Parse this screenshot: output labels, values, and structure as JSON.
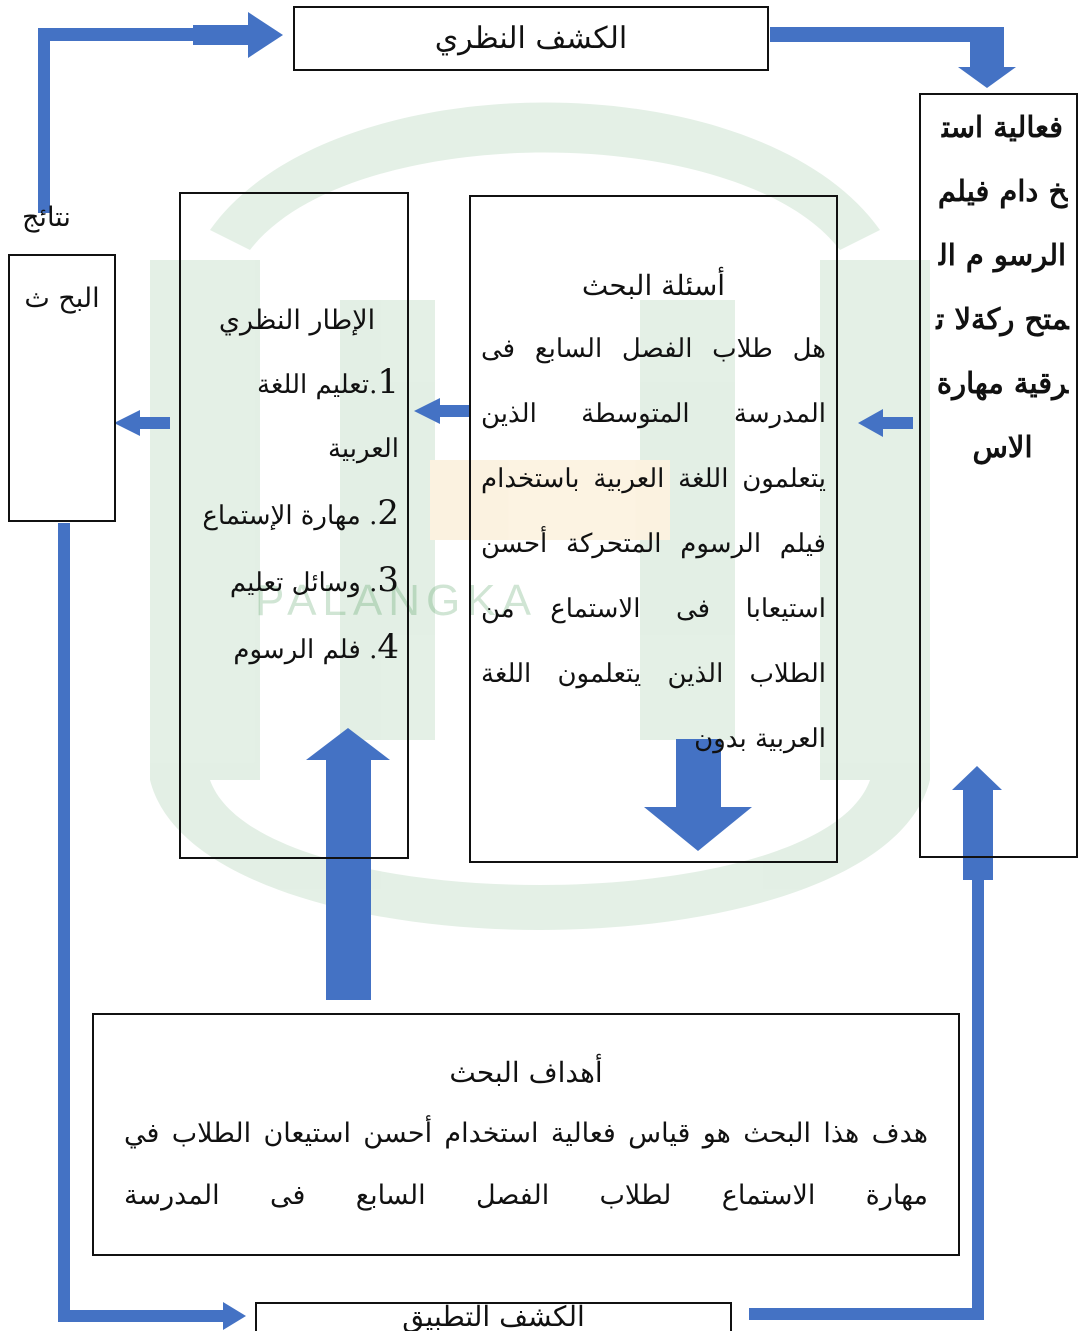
{
  "watermark": {
    "text": "PALANGKARAYA",
    "visible_fragment": "PALANGKA",
    "colors": {
      "green": "#2e8b3e",
      "orange": "#e8a31d"
    }
  },
  "colors": {
    "arrow": "#4472c4",
    "border": "#111111"
  },
  "boxes": {
    "kashf_nazari": "الكشف النظري",
    "kashf_tatbiqi": "الكشف التطبيق",
    "title": "فعالية استخ دام فيلم الرسو م المتح ركةلا ترقية مهارة الاس",
    "questions": {
      "heading": "أسئلة البحث",
      "body": "هل طلاب الفصل السابع فى المدرسة المتوسطة الذين يتعلمون اللغة العربية باستخدام فيلم الرسوم المتحركة أحسن استيعابا فى الاستماع من الطلاب الذين يتعلمون اللغة العربية بدون"
    },
    "framework": {
      "heading": "الإطار النظري",
      "items": [
        {
          "num": "1",
          "text": ".تعليم اللغة العربية"
        },
        {
          "num": "2",
          "text": ". مهارة الإستماع"
        },
        {
          "num": "3",
          "text": ". وسائل تعليم"
        },
        {
          "num": "4",
          "text": ". فلم الرسوم"
        }
      ]
    },
    "results": {
      "label_above": "نتائج",
      "text": "البح ث"
    },
    "objectives": {
      "heading": "أهداف البحث",
      "body": "هدف هذا البحث هو قياس فعالية استخدام أحسن استيعان الطلاب في مهارة الاستماع لطلاب الفصل السابع فى المدرسة"
    }
  }
}
